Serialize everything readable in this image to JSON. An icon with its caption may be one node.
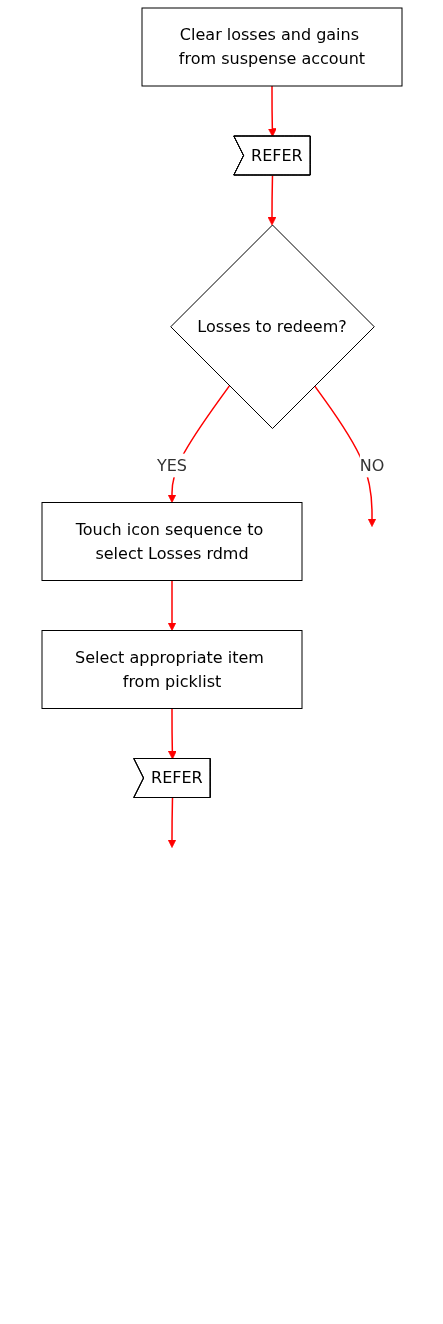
{
  "diagram": {
    "nodes": [
      {
        "text": [
          "Clear losses and gains from suspense account"
        ]
      },
      {
        "text": [
          "REFER"
        ]
      },
      {
        "text": [
          "Losses to redeem?"
        ]
      },
      {
        "text": [
          "Touch icon sequence to select Losses rdmd"
        ]
      },
      {
        "text": [
          "Select appropriate item from picklist"
        ]
      },
      {
        "text": [
          "REFER"
        ]
      }
    ],
    "edges": [
      {
        "from": 0,
        "to": 1,
        "arrow": "to"
      },
      {
        "from": 1,
        "to": 2,
        "arrow": "to"
      },
      {
        "from": 2,
        "to": 3,
        "arrow": "to",
        "label": "YES"
      },
      {
        "from": 2,
        "to": null,
        "arrow": "to",
        "label": "NO"
      },
      {
        "from": 3,
        "to": 4,
        "arrow": "to"
      },
      {
        "from": 4,
        "to": 5,
        "arrow": "to"
      },
      {
        "from": 5,
        "to": null,
        "arrow": "to"
      }
    ]
  }
}
